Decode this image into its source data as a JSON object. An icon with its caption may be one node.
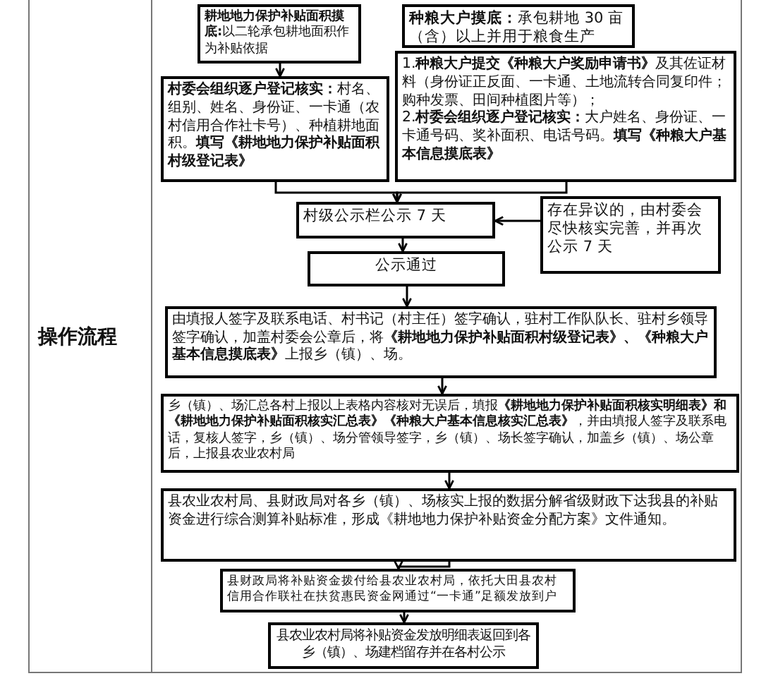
{
  "diagram": {
    "nodes": [
      {
        "text": [
          "**耕地地力保护补贴面积摸底:**以二轮承包耕地面积作为补贴依据"
        ]
      },
      {
        "text": [
          "**种粮大户摸底：**承包耕地 30 亩（含）以上并用于粮食生产"
        ]
      },
      {
        "text": [
          "**村委会组织逐户登记核实：**村名、组别、姓名、身份证、一卡通（农村信用合作社卡号）、种植耕地面积。**填写《耕地地力保护补贴面积村级登记表》**"
        ]
      },
      {
        "text": [
          "1.**种粮大户提交《种粮大户奖励申请书》**及其佐证材料（身份证正反面、一卡通、土地流转合同复印件；购种发票、田间种植图片等）；",
          "2.**村委会组织逐户登记核实：**大户姓名、身份证、一卡通号码、奖补面积、电话号码。**填写《种粮大户基本信息摸底表》**"
        ]
      },
      {
        "text": [
          "村级公示栏公示 7 天"
        ]
      },
      {
        "text": [
          "存在异议的，由村委会尽快核实完善，并再次公示 7 天"
        ]
      },
      {
        "text": [
          "公示通过"
        ]
      },
      {
        "text": [
          "由填报人签字及联系电话、村书记（村主任）签字确认，驻村工作队队长、驻村乡领导签字确认，加盖村委会公章后，将**《耕地地力保护补贴面积村级登记表》、《种粮大户基本信息摸底表》**上报乡（镇）、场。"
        ]
      },
      {
        "text": [
          "乡（镇）、场汇总各村上报以上表格内容核对无误后，填报**《耕地地力保护补贴面积核实明细表》和《耕地地力保护补贴面积核实汇总表》《种粮大户基本信息核实汇总表》**，并由填报人签字及联系电话，复核人签字，乡（镇）、场分管领导签字，乡（镇）、场长签字确认，加盖乡（镇）、场公章后，上报县农业农村局"
        ]
      },
      {
        "text": [
          "县农业农村局、县财政局对各乡（镇）、场核实上报的数据分解省级财政下达我县的补贴资金进行综合测算补贴标准，形成《耕地地力保护补贴资金分配方案》文件通知。"
        ]
      },
      {
        "text": [
          "县财政局将补贴资金拨付给县农业农村局，依托大田县农村信用合作联社在扶贫惠民资金网通过“一卡通”足额发放到户"
        ]
      },
      {
        "text": [
          "县农业农村局将补贴资金发放明细表返回到各乡（镇）、场建档留存并在各村公示"
        ]
      }
    ],
    "edges": [
      {
        "from": 0,
        "to": 2,
        "arrow": "to"
      },
      {
        "from": 2,
        "to": 4,
        "arrow": "to"
      },
      {
        "from": 3,
        "to": 4,
        "arrow": "to"
      },
      {
        "from": 5,
        "to": 4,
        "arrow": "to"
      },
      {
        "from": 4,
        "to": 6,
        "arrow": "to"
      },
      {
        "from": 6,
        "to": 7,
        "arrow": "to"
      },
      {
        "from": 7,
        "to": 8,
        "arrow": "to"
      },
      {
        "from": 8,
        "to": 9,
        "arrow": "to"
      },
      {
        "from": 9,
        "to": 10,
        "arrow": "to"
      },
      {
        "from": 10,
        "to": 11,
        "arrow": "to"
      }
    ],
    "labels": [
      "操作流程"
    ]
  }
}
